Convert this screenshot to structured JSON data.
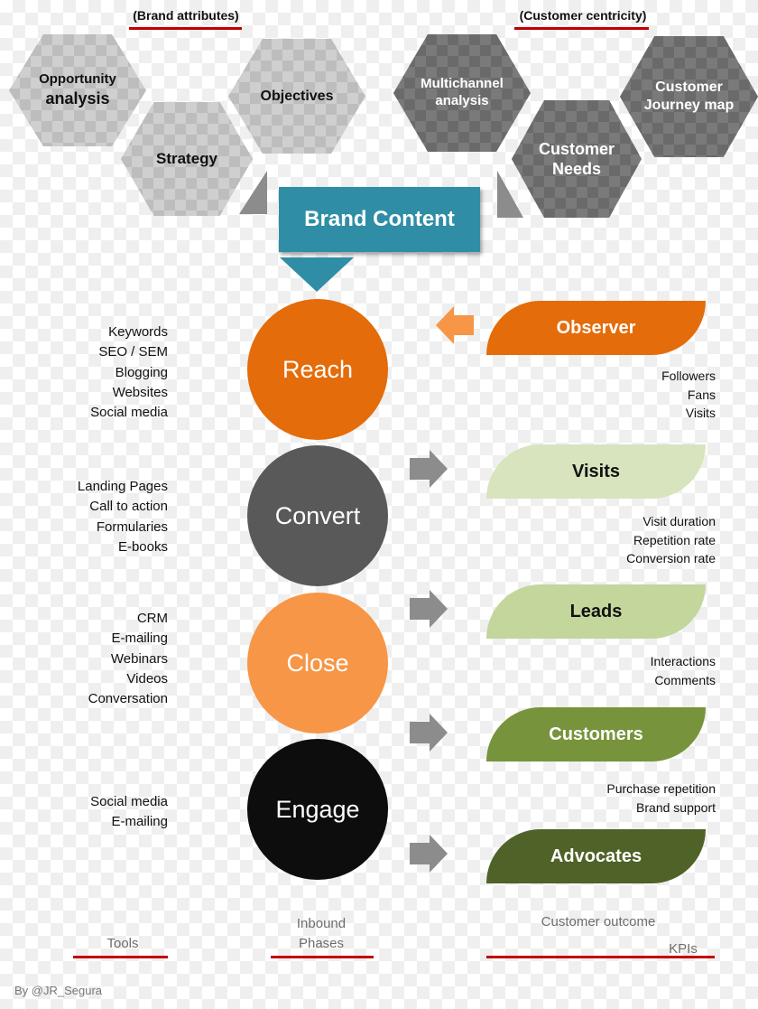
{
  "headers": {
    "brand_attributes": "(Brand attributes)",
    "customer_centricity": "(Customer centricity)"
  },
  "hexagons": {
    "opportunity_line1": "Opportunity",
    "opportunity_line2": "analysis",
    "strategy": "Strategy",
    "objectives": "Objectives",
    "multichannel": "Multichannel analysis",
    "customer_needs": "Customer Needs",
    "journey_map": "Customer Journey map"
  },
  "brand_content": "Brand Content",
  "phases": [
    {
      "label": "Reach",
      "color": "#e46c0a"
    },
    {
      "label": "Convert",
      "color": "#595959"
    },
    {
      "label": "Close",
      "color": "#f79646"
    },
    {
      "label": "Engage",
      "color": "#0d0d0d"
    }
  ],
  "tools": [
    [
      "Keywords",
      "SEO / SEM",
      "Blogging",
      "Websites",
      "Social media"
    ],
    [
      "Landing Pages",
      "Call to action",
      "Formularies",
      "E-books"
    ],
    [
      "CRM",
      "E-mailing",
      "Webinars",
      "Videos",
      "Conversation"
    ],
    [
      "Social media",
      "E-mailing"
    ]
  ],
  "outcomes": [
    {
      "label": "Observer",
      "color": "#e46c0a",
      "text_color": "#ffffff"
    },
    {
      "label": "Visits",
      "color": "#d7e4bd",
      "text_color": "#111111"
    },
    {
      "label": "Leads",
      "color": "#c3d69b",
      "text_color": "#111111"
    },
    {
      "label": "Customers",
      "color": "#77933c",
      "text_color": "#ffffff"
    },
    {
      "label": "Advocates",
      "color": "#4f6228",
      "text_color": "#ffffff"
    }
  ],
  "kpis": [
    [
      "Followers",
      "Fans",
      "Visits"
    ],
    [
      "Visit duration",
      "Repetition rate",
      "Conversion rate"
    ],
    [
      "Interactions",
      "Comments"
    ],
    [
      "Purchase repetition",
      "Brand support"
    ]
  ],
  "footer": {
    "tools": "Tools",
    "inbound": "Inbound",
    "phases": "Phases",
    "customer_outcome": "Customer outcome",
    "kpis": "KPIs"
  },
  "byline": "By @JR_Segura",
  "colors": {
    "accent_red": "#c00000",
    "brand_teal": "#2f8ea6",
    "arrow_orange": "#f79646",
    "arrow_gray": "#8c8c8c"
  }
}
